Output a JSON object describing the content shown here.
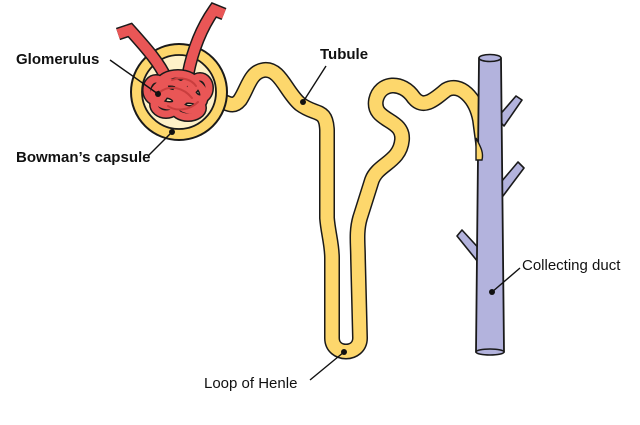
{
  "diagram": {
    "labels": {
      "glomerulus": "Glomerulus",
      "bowmans_capsule": "Bowman’s capsule",
      "tubule": "Tubule",
      "loop_of_henle": "Loop of Henle",
      "collecting_duct": "Collecting duct"
    },
    "colors": {
      "tubule_fill": "#FDD76C",
      "capsule_inner": "#FEF1C8",
      "glomerulus": "#E95656",
      "glomerulus_dark": "#C93E3E",
      "collecting_duct": "#B3B3DD",
      "outline": "#1a1a1a"
    }
  }
}
